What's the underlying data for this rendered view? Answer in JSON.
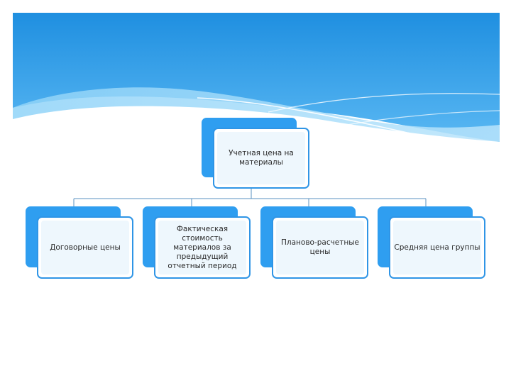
{
  "diagram": {
    "root": {
      "label": "Учетная цена на материалы"
    },
    "children": [
      {
        "label": "Договорные цены"
      },
      {
        "label": "Фактическая стоимость материалов за предыдущий отчетный период"
      },
      {
        "label": "Планово-расчетные цены"
      },
      {
        "label": "Средняя цена группы"
      }
    ]
  },
  "colors": {
    "accent": "#2f9ef0",
    "border": "#2f95e6",
    "header_top": "#1f8fe0",
    "header_bottom": "#6cc2f5"
  }
}
